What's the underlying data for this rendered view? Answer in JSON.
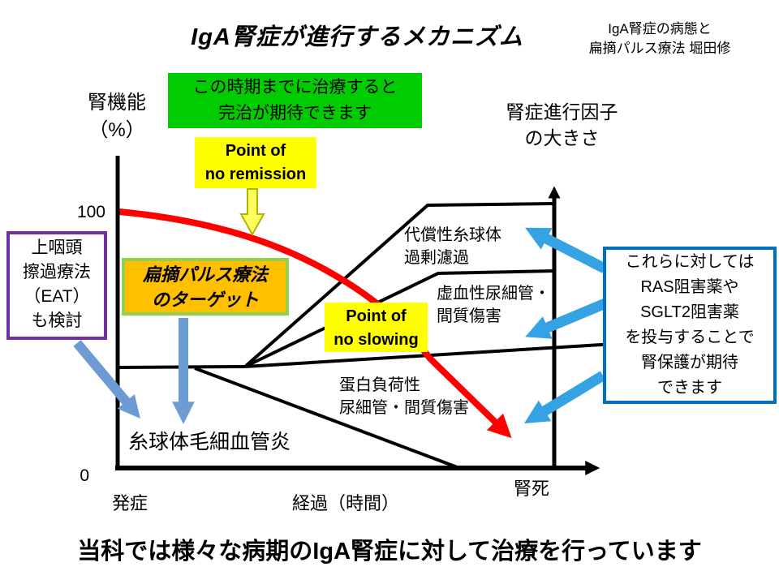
{
  "slide": {
    "title": "IgA腎症が進行するメカニズム",
    "credit_lines": [
      "IgA腎症の病態と",
      "扁摘パルス療法 堀田修"
    ],
    "footer": "当科では様々な病期のIgA腎症に対して治療を行っています"
  },
  "chart": {
    "y_axis": {
      "title_lines": [
        "腎機能",
        "（%）"
      ],
      "max_label": "100",
      "min_label": "0"
    },
    "x_axis": {
      "labels": [
        "発症",
        "経過（時間）",
        "腎死"
      ]
    },
    "right_axis": {
      "title_lines": [
        "腎症進行因子",
        "の大きさ"
      ]
    },
    "region_labels": {
      "hyperfiltration": [
        "代償性糸球体",
        "過剰濾過"
      ],
      "ischemic": [
        "虚血性尿細管・",
        "間質傷害"
      ],
      "protein_load": [
        "蛋白負荷性",
        "尿細管・間質傷害"
      ],
      "glomerulitis": "糸球体毛細血管炎"
    }
  },
  "callouts": {
    "treat_early": {
      "lines": [
        "この時期までに治療すると",
        "完治が期待できます"
      ],
      "bg": "#00CC00"
    },
    "no_remission": {
      "lines": [
        "Point of",
        "no remission"
      ],
      "bg": "#FFFF00"
    },
    "no_slowing": {
      "lines": [
        "Point of",
        "no slowing"
      ],
      "bg": "#FFFF00"
    },
    "eat": {
      "lines": [
        "上咽頭",
        "擦過療法",
        "（EAT）",
        "も検討"
      ],
      "border": "#7030A0"
    },
    "tonsillectomy_target": {
      "lines": [
        "扁摘パルス療法",
        "のターゲット"
      ],
      "bg": "#FFC000",
      "border": "#92D050"
    },
    "ras_sglt2": {
      "lines": [
        "これらに対しては",
        "RAS阻害薬や",
        "SGLT2阻害薬",
        "を投与することで",
        "腎保護が期待",
        "できます"
      ],
      "border": "#0070C0"
    }
  },
  "colors": {
    "curve_red": "#FF0000",
    "axis_black": "#000000",
    "left_arrow_blue": "#6D9BD3",
    "right_arrow_blue": "#35A3E3",
    "pointer_arrow_yellow": "#FFFF5C",
    "green_box_bg": "#00CC00",
    "yellow_box_bg": "#FFFF00",
    "orange_box_bg": "#FFC000",
    "orange_box_border": "#92D050",
    "purple_border": "#7030A0",
    "blue_border": "#0070C0"
  }
}
